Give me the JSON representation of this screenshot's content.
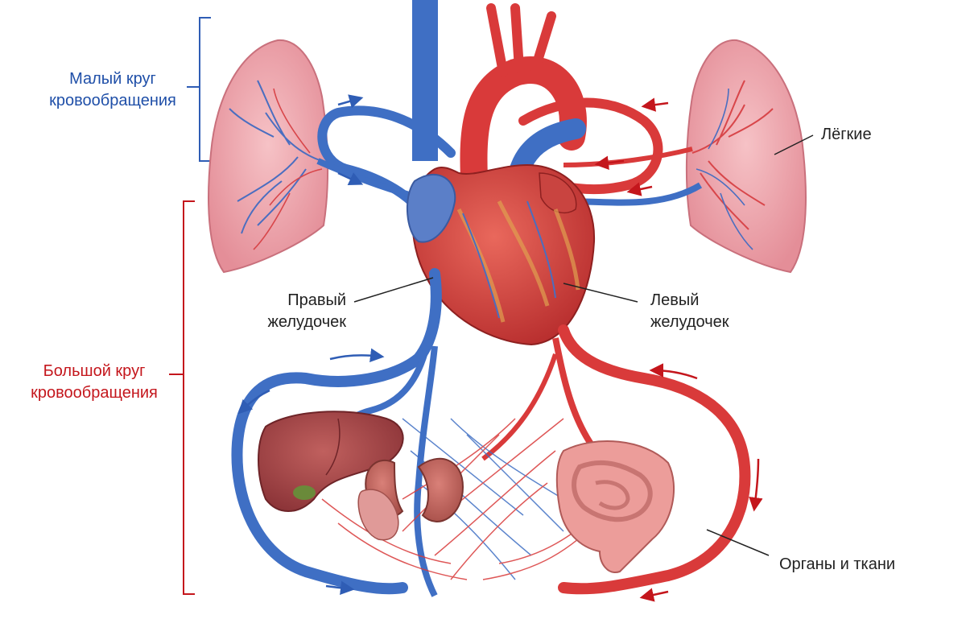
{
  "labels": {
    "pulmonary_circulation": "Малый круг\nкровообращения",
    "systemic_circulation": "Большой круг\nкровообращения",
    "lungs": "Лёгкие",
    "right_ventricle": "Правый\nжелудочек",
    "left_ventricle": "Левый\nжелудочек",
    "organs_tissues": "Органы и ткани"
  },
  "colors": {
    "pulmonary_label": "#1f4fa8",
    "systemic_label": "#c4161c",
    "vein_blue": "#3f6fc4",
    "artery_red": "#d93a3a",
    "heart": "#d8453f",
    "lung": "#f0a8b0",
    "liver": "#a8474a",
    "kidney": "#c06a62",
    "intestine": "#e8908e"
  },
  "icons": [
    "heart-illustration",
    "lung-illustration",
    "liver-illustration",
    "kidney-illustration",
    "intestine-illustration",
    "flow-arrow"
  ]
}
